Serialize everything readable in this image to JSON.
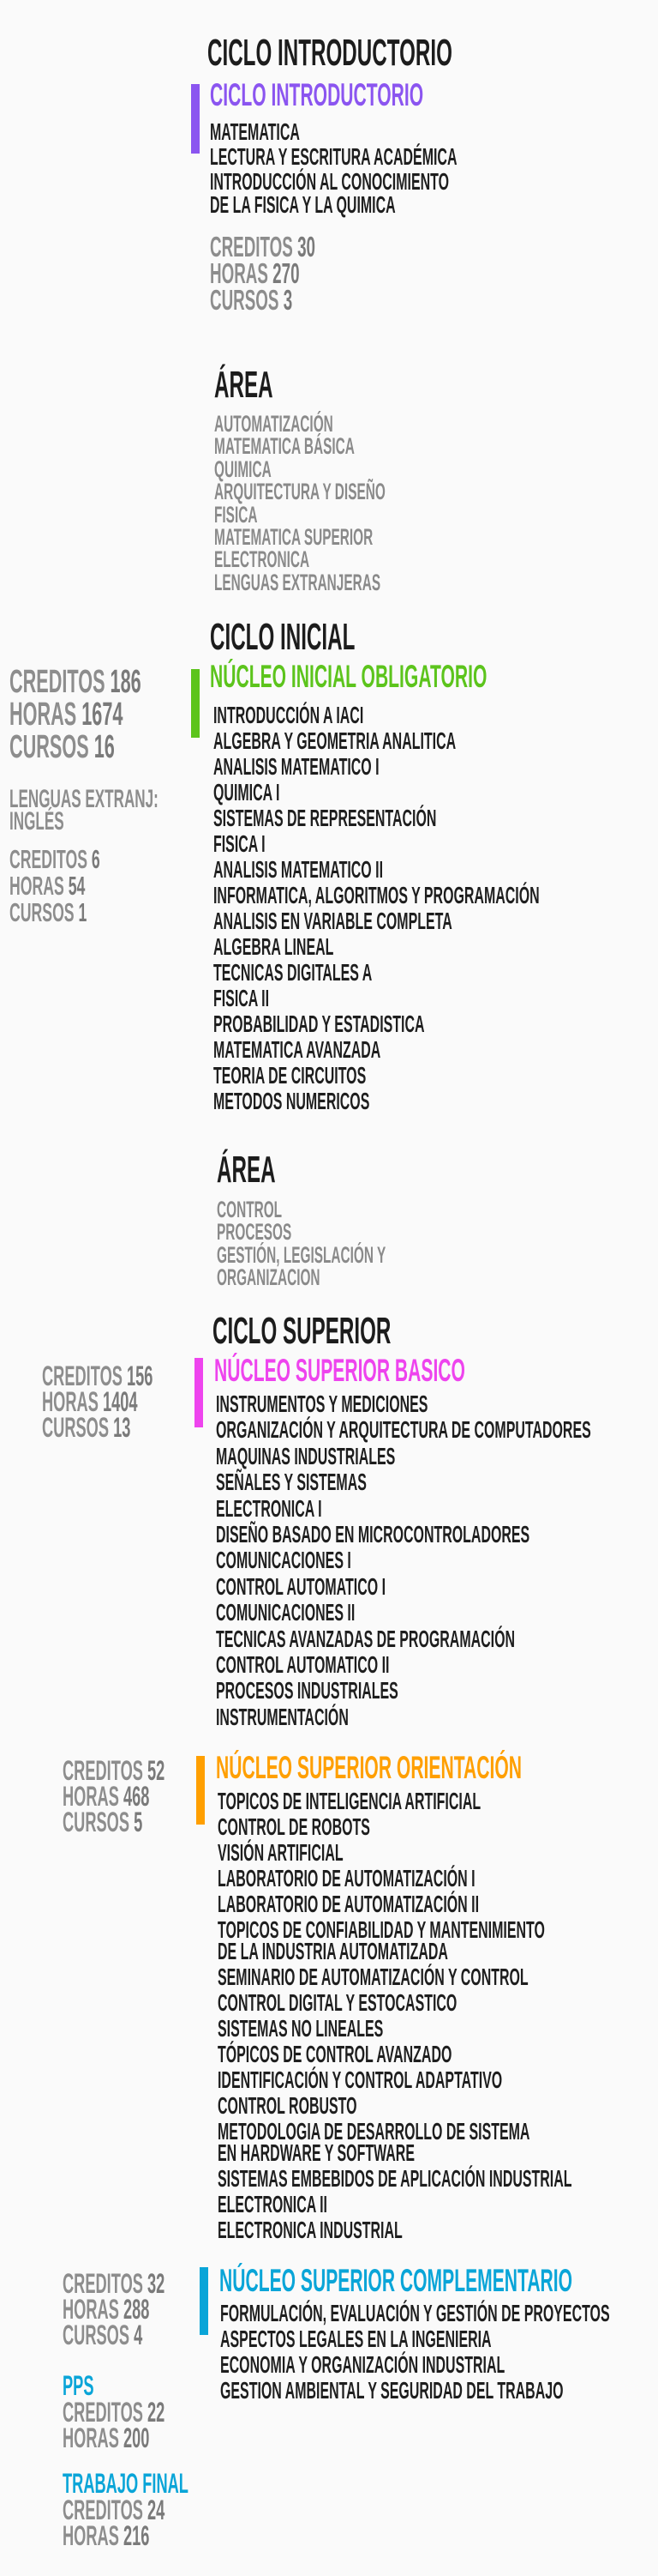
{
  "colors": {
    "intro": "#8b55f0",
    "inicial": "#5cc41c",
    "basico": "#ee44ee",
    "orientacion": "#ff9f00",
    "complementario": "#0aa5d8"
  },
  "intro": {
    "title": "CICLO INTRODUCTORIO",
    "nucleo": "CICLO INTRODUCTORIO",
    "courses": [
      "MATEMATICA",
      "LECTURA Y ESCRITURA ACADÉMICA",
      "INTRODUCCIÓN AL CONOCIMIENTO\nDE LA FISICA Y LA QUIMICA"
    ],
    "stats": [
      {
        "label": "CREDITOS",
        "value": "30"
      },
      {
        "label": "HORAS",
        "value": "270"
      },
      {
        "label": "CURSOS",
        "value": "3"
      }
    ],
    "area_title": "ÁREA",
    "areas": [
      "AUTOMATIZACIÓN",
      "MATEMATICA BÁSICA",
      "QUIMICA",
      "ARQUITECTURA Y DISEÑO",
      "FISICA",
      "MATEMATICA SUPERIOR",
      "ELECTRONICA",
      "LENGUAS EXTRANJERAS"
    ]
  },
  "inicial": {
    "title": "CICLO INICIAL",
    "nucleo": "NÚCLEO INICIAL OBLIGATORIO",
    "stats": [
      {
        "label": "CREDITOS",
        "value": "186"
      },
      {
        "label": "HORAS",
        "value": "1674"
      },
      {
        "label": "CURSOS",
        "value": "16"
      }
    ],
    "lenguas_label": "LENGUAS EXTRANJ:\nINGLÉS",
    "lenguas_stats": [
      {
        "label": "CREDITOS",
        "value": "6"
      },
      {
        "label": "HORAS",
        "value": "54"
      },
      {
        "label": "CURSOS",
        "value": "1"
      }
    ],
    "courses": [
      "INTRODUCCIÓN A IACI",
      "ALGEBRA Y GEOMETRIA ANALITICA",
      "ANALISIS MATEMATICO I",
      "QUIMICA I",
      "SISTEMAS DE REPRESENTACIÓN",
      "FISICA I",
      "ANALISIS MATEMATICO II",
      "INFORMATICA, ALGORITMOS Y PROGRAMACIÓN",
      "ANALISIS EN VARIABLE COMPLETA",
      "ALGEBRA LINEAL",
      "TECNICAS DIGITALES A",
      "FISICA II",
      "PROBABILIDAD Y ESTADISTICA",
      "MATEMATICA AVANZADA",
      "TEORIA DE CIRCUITOS",
      "METODOS NUMERICOS"
    ],
    "area_title": "ÁREA",
    "areas": [
      "CONTROL",
      "PROCESOS",
      "GESTIÓN, LEGISLACIÓN Y\nORGANIZACION"
    ]
  },
  "superior": {
    "title": "CICLO SUPERIOR",
    "basico": {
      "nucleo": "NÚCLEO SUPERIOR BASICO",
      "stats": [
        {
          "label": "CREDITOS",
          "value": "156"
        },
        {
          "label": "HORAS",
          "value": "1404"
        },
        {
          "label": "CURSOS",
          "value": "13"
        }
      ],
      "courses": [
        "INSTRUMENTOS Y MEDICIONES",
        "ORGANIZACIÓN Y ARQUITECTURA DE COMPUTADORES",
        "MAQUINAS INDUSTRIALES",
        "SEÑALES Y SISTEMAS",
        "ELECTRONICA I",
        "DISEÑO BASADO EN MICROCONTROLADORES",
        "COMUNICACIONES I",
        "CONTROL AUTOMATICO I",
        "COMUNICACIONES II",
        "TECNICAS AVANZADAS DE PROGRAMACIÓN",
        "CONTROL AUTOMATICO II",
        "PROCESOS INDUSTRIALES",
        "INSTRUMENTACIÓN"
      ]
    },
    "orientacion": {
      "nucleo": "NÚCLEO SUPERIOR ORIENTACIÓN",
      "stats": [
        {
          "label": "CREDITOS",
          "value": "52"
        },
        {
          "label": "HORAS",
          "value": "468"
        },
        {
          "label": "CURSOS",
          "value": "5"
        }
      ],
      "courses": [
        "TOPICOS DE INTELIGENCIA ARTIFICIAL",
        "CONTROL DE ROBOTS",
        "VISIÓN ARTIFICIAL",
        "LABORATORIO DE AUTOMATIZACIÓN I",
        "LABORATORIO DE AUTOMATIZACIÓN II",
        "TOPICOS DE CONFIABILIDAD Y MANTENIMIENTO\nDE LA INDUSTRIA AUTOMATIZADA",
        "SEMINARIO DE AUTOMATIZACIÓN Y CONTROL",
        "CONTROL DIGITAL Y ESTOCASTICO",
        "SISTEMAS NO LINEALES",
        "TÓPICOS DE CONTROL AVANZADO",
        "IDENTIFICACIÓN Y CONTROL ADAPTATIVO",
        "CONTROL ROBUSTO",
        "METODOLOGIA DE DESARROLLO DE SISTEMA\nEN HARDWARE Y SOFTWARE",
        "SISTEMAS EMBEBIDOS DE APLICACIÓN INDUSTRIAL",
        "ELECTRONICA II",
        "ELECTRONICA INDUSTRIAL"
      ]
    },
    "complementario": {
      "nucleo": "NÚCLEO SUPERIOR COMPLEMENTARIO",
      "stats": [
        {
          "label": "CREDITOS",
          "value": "32"
        },
        {
          "label": "HORAS",
          "value": "288"
        },
        {
          "label": "CURSOS",
          "value": "4"
        }
      ],
      "courses": [
        "FORMULACIÓN, EVALUACIÓN Y GESTIÓN DE PROYECTOS",
        "ASPECTOS LEGALES EN LA INGENIERIA",
        "ECONOMIA Y ORGANIZACIÓN INDUSTRIAL",
        "GESTION AMBIENTAL Y SEGURIDAD DEL TRABAJO"
      ]
    },
    "pps": {
      "title": "PPS",
      "stats": [
        {
          "label": "CREDITOS",
          "value": "22"
        },
        {
          "label": "HORAS",
          "value": "200"
        }
      ]
    },
    "trabajo_final": {
      "title": "TRABAJO FINAL",
      "stats": [
        {
          "label": "CREDITOS",
          "value": "24"
        },
        {
          "label": "HORAS",
          "value": "216"
        }
      ]
    }
  }
}
